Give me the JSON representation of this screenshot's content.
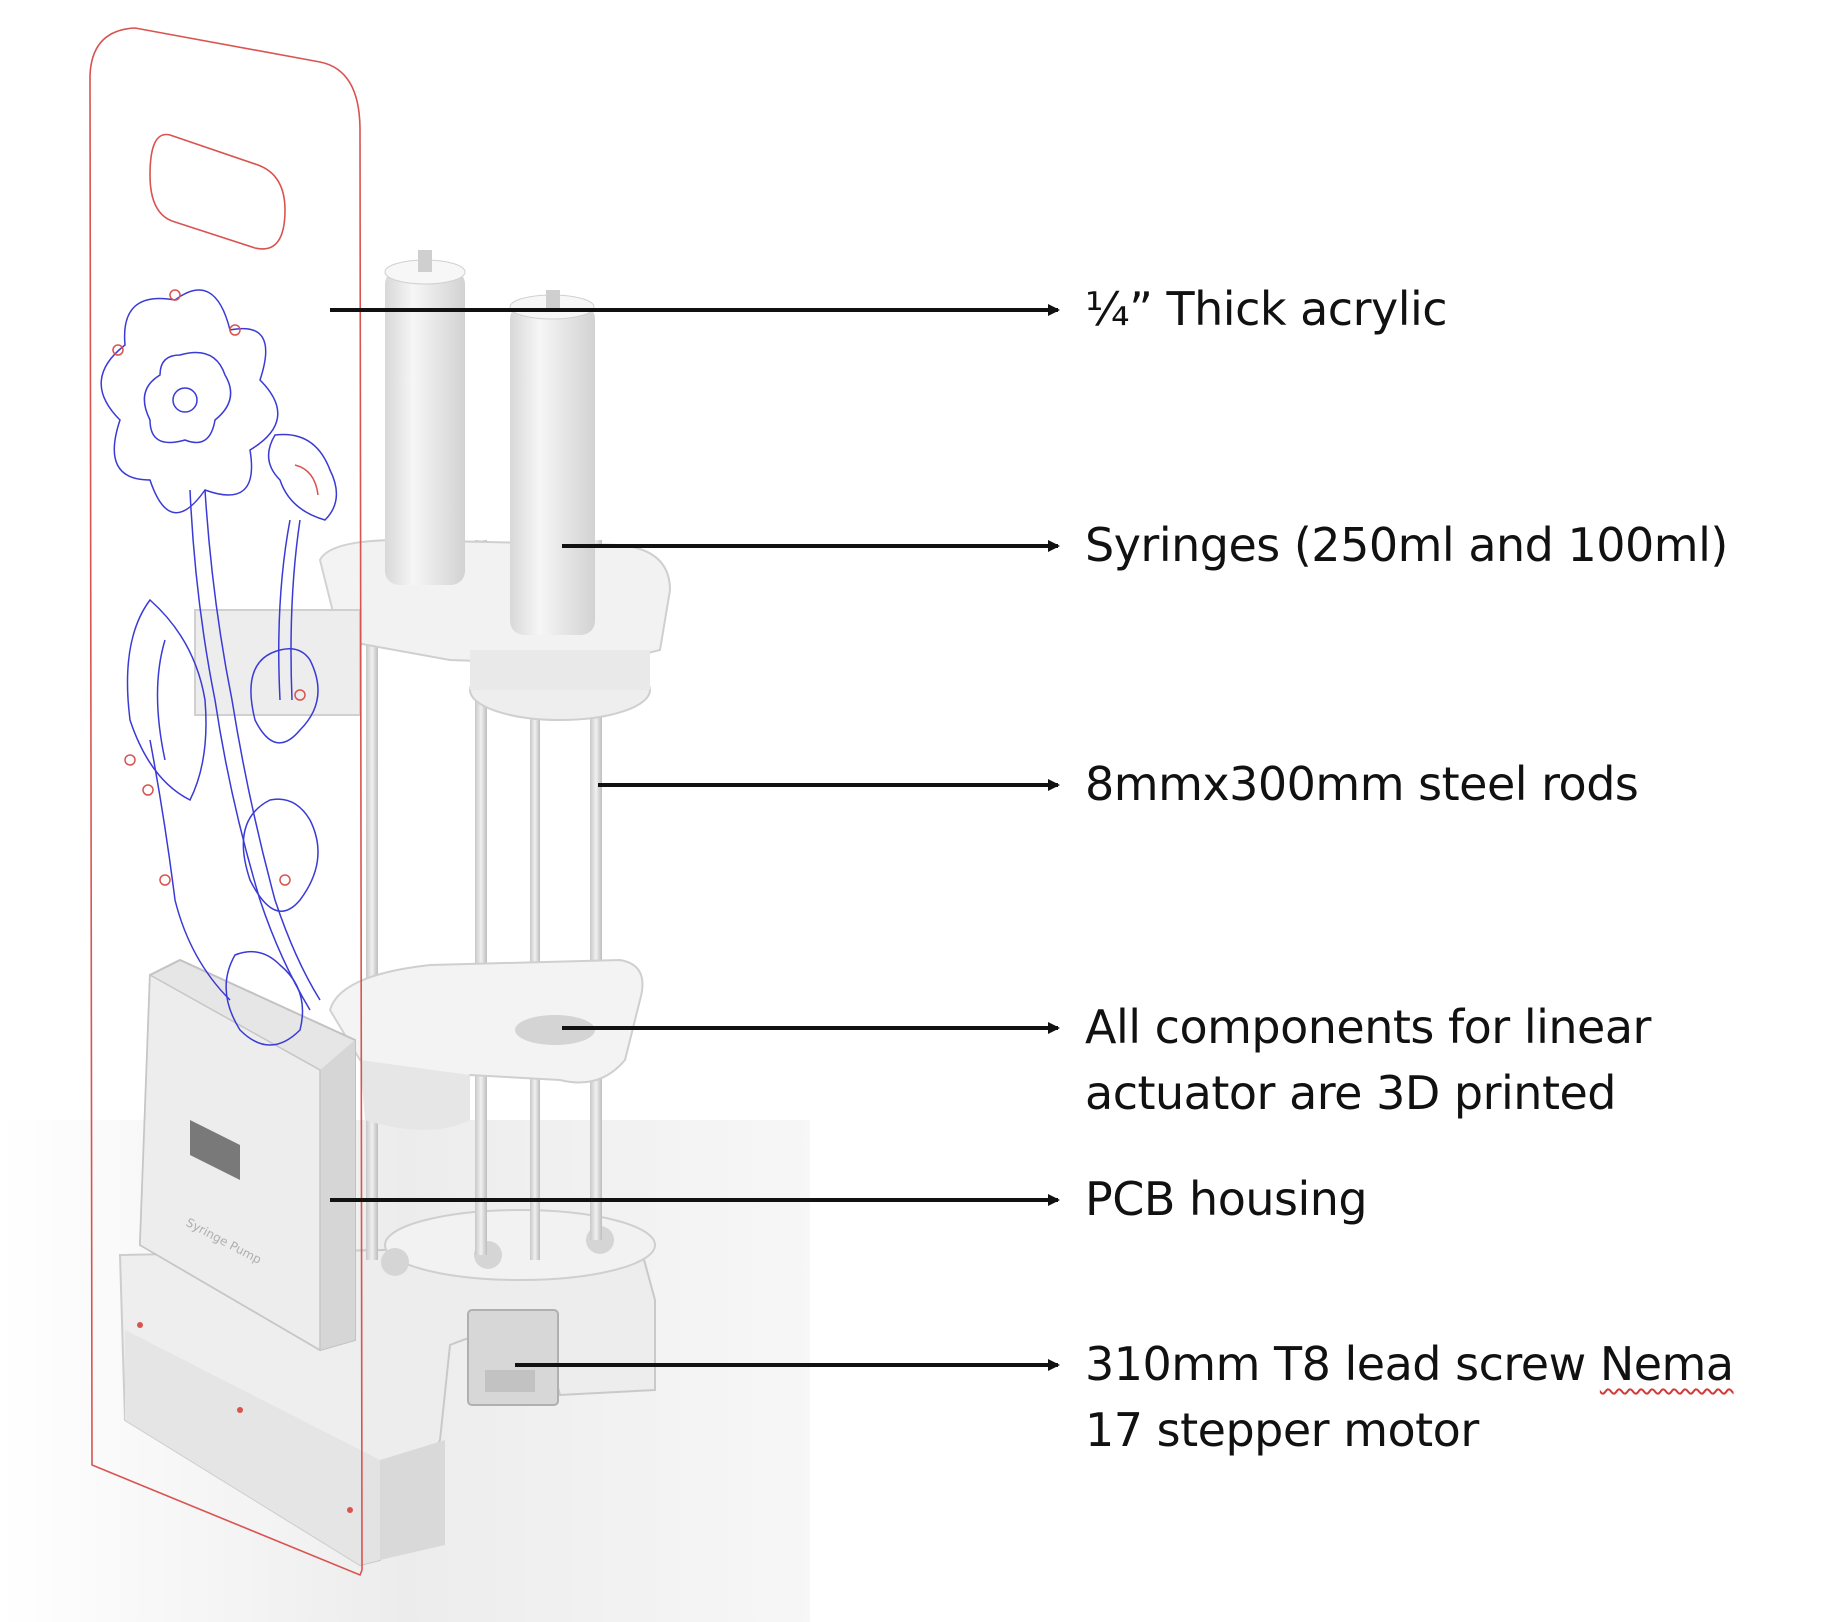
{
  "callouts": [
    {
      "id": "acrylic",
      "lines": [
        "¼” Thick acrylic"
      ]
    },
    {
      "id": "syringes",
      "lines": [
        "Syringes (250ml and 100ml)"
      ]
    },
    {
      "id": "rods",
      "lines": [
        "8mmx300mm steel rods"
      ]
    },
    {
      "id": "printed",
      "lines": [
        "All components for linear",
        "actuator are 3D printed"
      ]
    },
    {
      "id": "pcb",
      "lines": [
        "PCB housing"
      ]
    },
    {
      "id": "motor",
      "lines": [
        "310mm T8 lead screw Nema",
        "17 stepper motor"
      ],
      "spellcheck_word": "Nema"
    }
  ],
  "housing_engraving": "Syringe Pump",
  "colors": {
    "arrow": "#111111",
    "acrylic_edge": "#d9534f",
    "engraving": "#3a3ad6",
    "printed_part": "#efefef",
    "shadow": "#e0e0e0"
  }
}
